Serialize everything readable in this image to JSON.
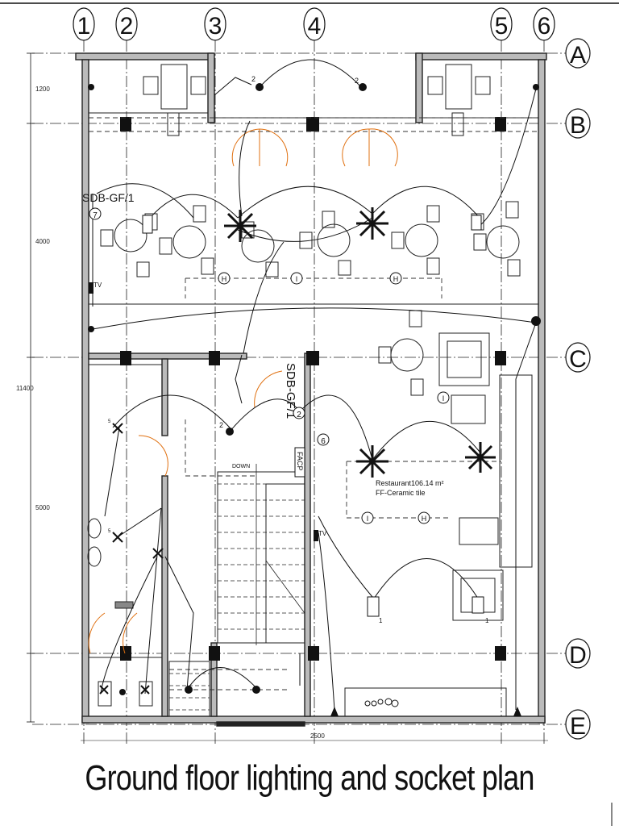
{
  "title": "Ground floor lighting and socket plan",
  "grid_columns": [
    "1",
    "2",
    "3",
    "4",
    "5",
    "6"
  ],
  "grid_rows": [
    "A",
    "B",
    "C",
    "D",
    "E"
  ],
  "dimensions": {
    "d1": "1200",
    "d2": "4000",
    "d3": "11400",
    "d4": "5000",
    "bottom": "2500"
  },
  "labels": {
    "sdb1": "SDB-GF/1",
    "sdb1_num": "7",
    "sdb2": "SDB-GF/1",
    "sdb2_num": "2",
    "circuit6": "6",
    "tv1": "TV",
    "tv2": "TV",
    "facp": "FACP",
    "down": "DOWN",
    "room_name": "Restaurant",
    "room_area": "106.14 m²",
    "room_finish": "FF-Ceramic tile",
    "circuit_2": "2",
    "circuit_1": "1",
    "circuit_5": "5",
    "fixture_h": "H",
    "fixture_i": "I"
  },
  "colors": {
    "line": "#111111",
    "door": "#e07010",
    "wall": "#222222"
  }
}
